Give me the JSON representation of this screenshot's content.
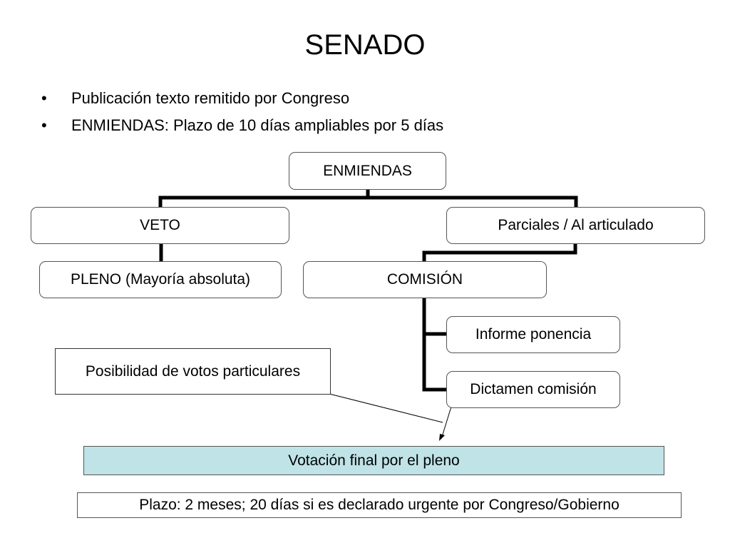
{
  "title": "SENADO",
  "bullets": [
    {
      "marker": "•",
      "text": "Publicación texto remitido por Congreso"
    },
    {
      "marker": "•",
      "text": "ENMIENDAS: Plazo de 10 días ampliables por 5 días"
    }
  ],
  "diagram": {
    "root": "ENMIENDAS",
    "veto": "VETO",
    "parciales": "Parciales / Al articulado",
    "pleno": "PLENO (Mayoría absoluta)",
    "comision": "COMISIÓN",
    "informe": "Informe ponencia",
    "dictamen": "Dictamen comisión"
  },
  "note": "Posibilidad de votos particulares",
  "votacion": "Votación final por el pleno",
  "plazo": "Plazo: 2 meses; 20 días si es declarado urgente por Congreso/Gobierno",
  "colors": {
    "votacion_fill": "#bfe3e6",
    "connector": "#000000"
  }
}
